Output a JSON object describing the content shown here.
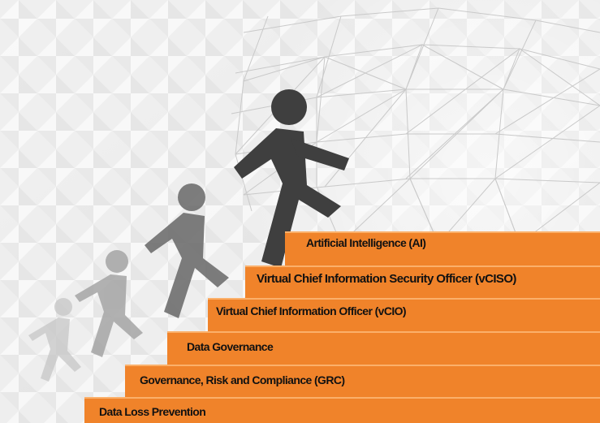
{
  "colors": {
    "step_fill": "#f0832a",
    "step_highlight": "#fbb06a",
    "label_text": "#111111",
    "figure_dark": "#3f3f3f",
    "figure_mid": "#7d7d7d",
    "figure_light": "#b9b9b9",
    "background": "#f0f0f0"
  },
  "icons": [
    "walking-person-icon",
    "running-person-icon",
    "geodesic-sphere-graphic",
    "diamond-pattern-background"
  ],
  "steps": [
    {
      "label": "Data Loss Prevention"
    },
    {
      "label": "Governance, Risk and Compliance (GRC)"
    },
    {
      "label": "Data Governance"
    },
    {
      "label": "Virtual Chief Information Officer (vCIO)"
    },
    {
      "label": "Virtual Chief Information Security Officer (vCISO)"
    },
    {
      "label": "Artificial Intelligence (AI)"
    }
  ]
}
